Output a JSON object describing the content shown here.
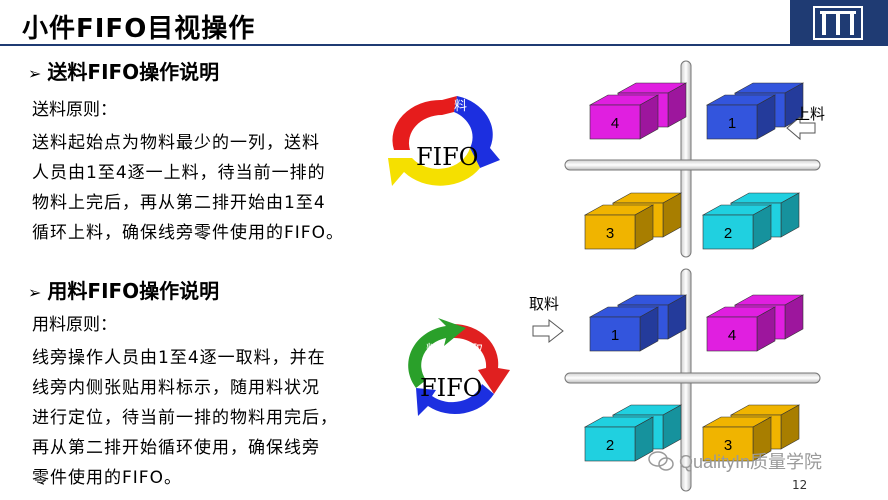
{
  "title": "小件FIFO目视操作",
  "section1": {
    "heading": "送料FIFO操作说明",
    "principle_label": "送料原则：",
    "lines": [
      "送料起始点为物料最少的一列，送料",
      "人员由1至4逐一上料，待当前一排的",
      "物料上完后，再从第二排开始由1至4",
      "循环上料，确保线旁零件使用的FIFO。"
    ],
    "cycle_label": "FIFO",
    "cycle_chars": [
      "上",
      "料"
    ]
  },
  "section2": {
    "heading": "用料FIFO操作说明",
    "principle_label": "用料原则：",
    "lines": [
      "线旁操作人员由1至4逐一取料，并在",
      "线旁内侧张贴用料标示，随用料状况",
      "进行定位，待当前一排的物料用完后，",
      "再从第二排开始循环使用，确保线旁",
      "零件使用的FIFO。"
    ],
    "cycle_label": "FIFO",
    "cycle_chars": [
      "取",
      "料"
    ]
  },
  "diagram": {
    "load_label": "上料",
    "take_label": "取料",
    "top_boxes": [
      "4",
      "1",
      "3",
      "2"
    ],
    "bottom_boxes": [
      "1",
      "4",
      "2",
      "3"
    ]
  },
  "watermark": "QualityIn质量学院",
  "page_number": "12",
  "colors": {
    "magenta": "#e01fe0",
    "blue": "#3355dd",
    "orange": "#f0b400",
    "cyan": "#20d0e0",
    "navy": "#1f3b73"
  }
}
